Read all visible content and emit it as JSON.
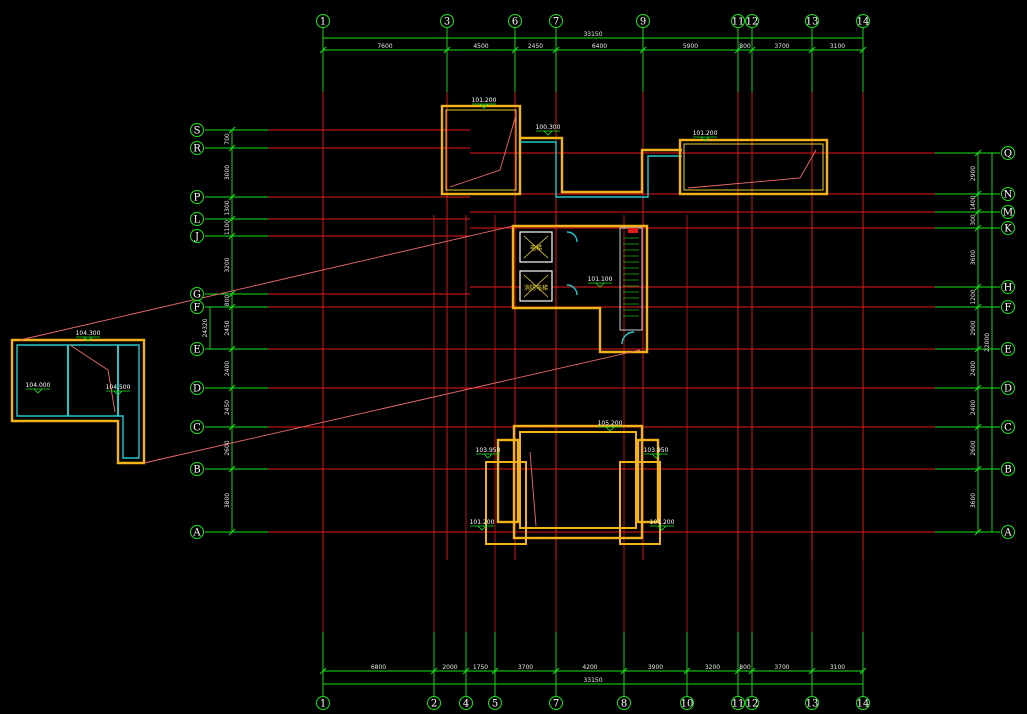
{
  "drawing": {
    "top_axes": [
      "1",
      "3",
      "6",
      "7",
      "9",
      "11",
      "12",
      "13",
      "14"
    ],
    "bottom_axes": [
      "1",
      "2",
      "4",
      "5",
      "7",
      "8",
      "10",
      "11",
      "12",
      "13",
      "14"
    ],
    "left_axes": [
      "S",
      "R",
      "P",
      "L",
      "J",
      "G",
      "F",
      "E",
      "D",
      "C",
      "B",
      "A"
    ],
    "right_axes": [
      "Q",
      "N",
      "M",
      "K",
      "H",
      "F",
      "E",
      "D",
      "C",
      "B",
      "A"
    ],
    "top_total_dim": "33150",
    "top_dims": [
      "7600",
      "4500",
      "2450",
      "6400",
      "5900",
      "800",
      "3700",
      "3100"
    ],
    "bottom_total_dim": "33150",
    "bottom_dims": [
      "6800",
      "2000",
      "1750",
      "3700",
      "4200",
      "3900",
      "3200",
      "800",
      "3700",
      "3100"
    ],
    "left_dims": [
      "700",
      "3000",
      "1300",
      "1100",
      "3200",
      "800",
      "24320",
      "2450",
      "2400",
      "2450",
      "2600",
      "3800"
    ],
    "right_dims": [
      "2900",
      "1400",
      "300",
      "3600",
      "1200",
      "2900",
      "22000",
      "2400",
      "2400",
      "2600",
      "3600"
    ],
    "levels": {
      "left_tower_top": "101.200",
      "corridor": "100.300",
      "right_tower_top": "101.200",
      "core": "101.100",
      "detail_top": "104.300",
      "detail_left": "104.000",
      "detail_right": "104.500",
      "bottom_top": "105.200",
      "bottom_left_mid": "103.950",
      "bottom_right_mid": "103.950",
      "bottom_left_low": "101.200",
      "bottom_right_low": "101.200"
    },
    "elevator_labels": [
      "电梯",
      "消防电梯"
    ]
  }
}
